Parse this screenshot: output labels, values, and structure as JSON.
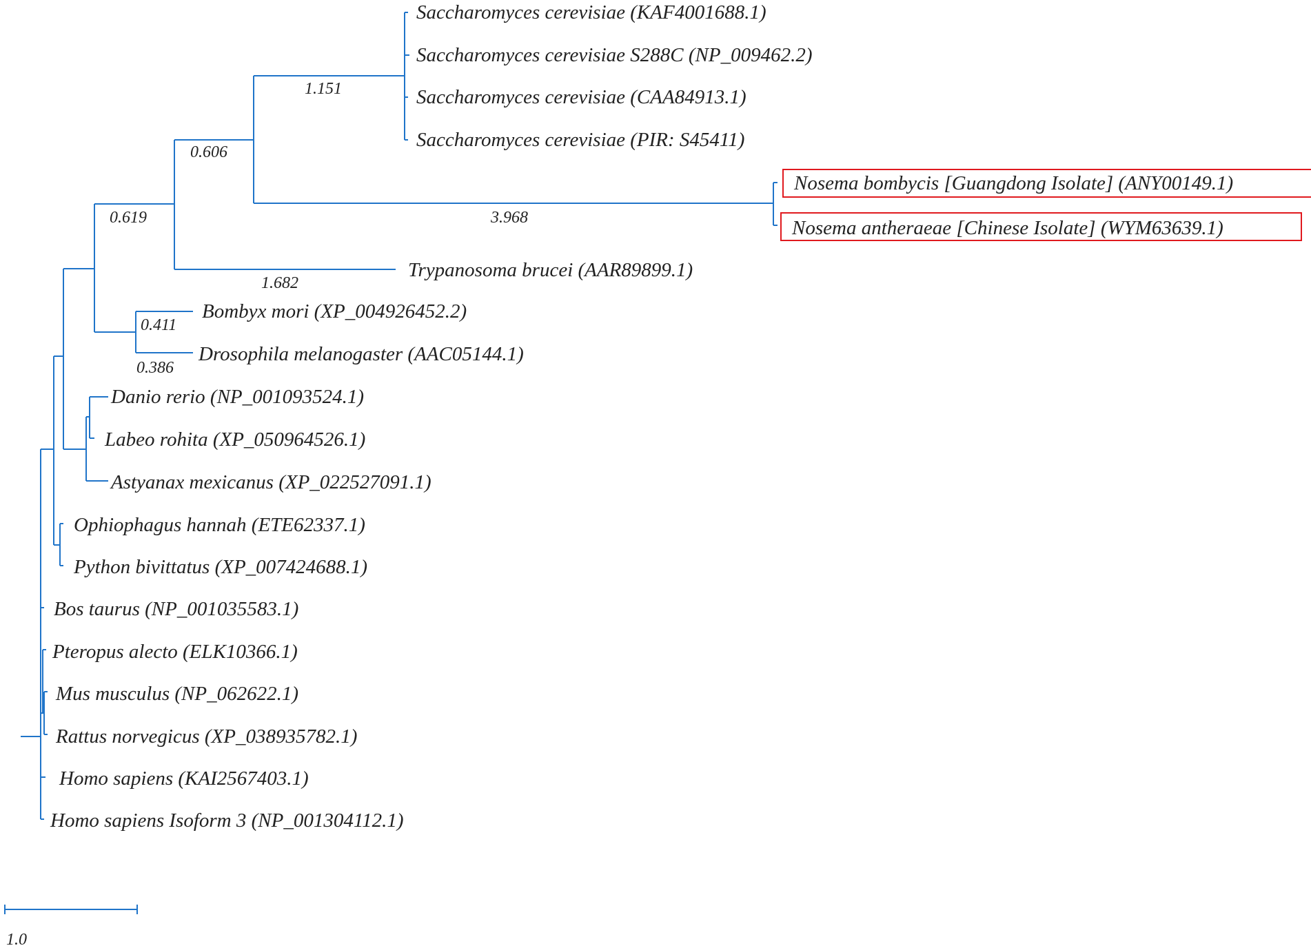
{
  "colors": {
    "branch": "#1f74c9",
    "highlight": "#e0191e",
    "text": "#222222",
    "background": "#ffffff"
  },
  "taxa": [
    {
      "key": "sc_kaf",
      "label": "Saccharomyces cerevisiae (KAF4001688.1)"
    },
    {
      "key": "sc_s288c",
      "label": "Saccharomyces cerevisiae S288C (NP_009462.2)"
    },
    {
      "key": "sc_caa",
      "label": "Saccharomyces cerevisiae (CAA84913.1)"
    },
    {
      "key": "sc_pir",
      "label": "Saccharomyces cerevisiae (PIR: S45411)"
    },
    {
      "key": "nb",
      "label": "Nosema bombycis [Guangdong Isolate] (ANY00149.1)",
      "highlighted": true
    },
    {
      "key": "na",
      "label": "Nosema antheraeae [Chinese Isolate] (WYM63639.1)",
      "highlighted": true
    },
    {
      "key": "tb",
      "label": "Trypanosoma brucei (AAR89899.1)"
    },
    {
      "key": "bm",
      "label": "Bombyx mori (XP_004926452.2)"
    },
    {
      "key": "dm",
      "label": "Drosophila melanogaster (AAC05144.1)"
    },
    {
      "key": "dr",
      "label": "Danio rerio (NP_001093524.1)"
    },
    {
      "key": "lr",
      "label": "Labeo rohita (XP_050964526.1)"
    },
    {
      "key": "am",
      "label": "Astyanax mexicanus (XP_022527091.1)"
    },
    {
      "key": "oh",
      "label": "Ophiophagus hannah (ETE62337.1)"
    },
    {
      "key": "pb",
      "label": "Python bivittatus (XP_007424688.1)"
    },
    {
      "key": "bt",
      "label": "Bos taurus (NP_001035583.1)"
    },
    {
      "key": "pa",
      "label": "Pteropus alecto (ELK10366.1)"
    },
    {
      "key": "mm",
      "label": "Mus musculus (NP_062622.1)"
    },
    {
      "key": "rn",
      "label": "Rattus norvegicus (XP_038935782.1)"
    },
    {
      "key": "hs",
      "label": "Homo sapiens (KAI2567403.1)"
    },
    {
      "key": "hs3",
      "label": "Homo sapiens Isoform 3 (NP_001304112.1)"
    }
  ],
  "branch_lengths": [
    {
      "key": "sacch_clade",
      "value": "1.151"
    },
    {
      "key": "sacch_nosema",
      "value": "0.606"
    },
    {
      "key": "nosema_clade",
      "value": "3.968"
    },
    {
      "key": "upper_clade",
      "value": "0.619"
    },
    {
      "key": "trypanosoma",
      "value": "1.682"
    },
    {
      "key": "bombyx",
      "value": "0.411"
    },
    {
      "key": "drosophila",
      "value": "0.386"
    }
  ],
  "scale_bar": {
    "value": 1.0,
    "label": "1.0"
  }
}
